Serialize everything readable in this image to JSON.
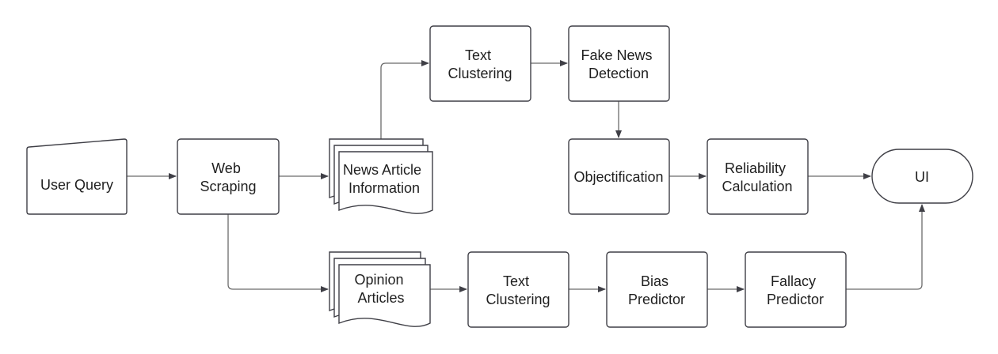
{
  "diagram": {
    "nodes": {
      "user_query": {
        "lines": [
          "User Query"
        ]
      },
      "web_scraping": {
        "lines": [
          "Web",
          "Scraping"
        ]
      },
      "news_article_info": {
        "lines": [
          "News Article",
          "Information"
        ]
      },
      "text_clustering_top": {
        "lines": [
          "Text",
          "Clustering"
        ]
      },
      "fake_news_detection": {
        "lines": [
          "Fake News",
          "Detection"
        ]
      },
      "objectification": {
        "lines": [
          "Objectification"
        ]
      },
      "reliability_calculation": {
        "lines": [
          "Reliability",
          "Calculation"
        ]
      },
      "ui": {
        "lines": [
          "UI"
        ]
      },
      "opinion_articles": {
        "lines": [
          "Opinion",
          "Articles"
        ]
      },
      "text_clustering_bottom": {
        "lines": [
          "Text",
          "Clustering"
        ]
      },
      "bias_predictor": {
        "lines": [
          "Bias",
          "Predictor"
        ]
      },
      "fallacy_predictor": {
        "lines": [
          "Fallacy",
          "Predictor"
        ]
      }
    },
    "edges": [
      {
        "from": "user_query",
        "to": "web_scraping"
      },
      {
        "from": "web_scraping",
        "to": "news_article_info"
      },
      {
        "from": "news_article_info",
        "to": "text_clustering_top"
      },
      {
        "from": "text_clustering_top",
        "to": "fake_news_detection"
      },
      {
        "from": "fake_news_detection",
        "to": "objectification"
      },
      {
        "from": "objectification",
        "to": "reliability_calculation"
      },
      {
        "from": "reliability_calculation",
        "to": "ui"
      },
      {
        "from": "web_scraping",
        "to": "opinion_articles"
      },
      {
        "from": "opinion_articles",
        "to": "text_clustering_bottom"
      },
      {
        "from": "text_clustering_bottom",
        "to": "bias_predictor"
      },
      {
        "from": "bias_predictor",
        "to": "fallacy_predictor"
      },
      {
        "from": "fallacy_predictor",
        "to": "ui"
      }
    ]
  }
}
